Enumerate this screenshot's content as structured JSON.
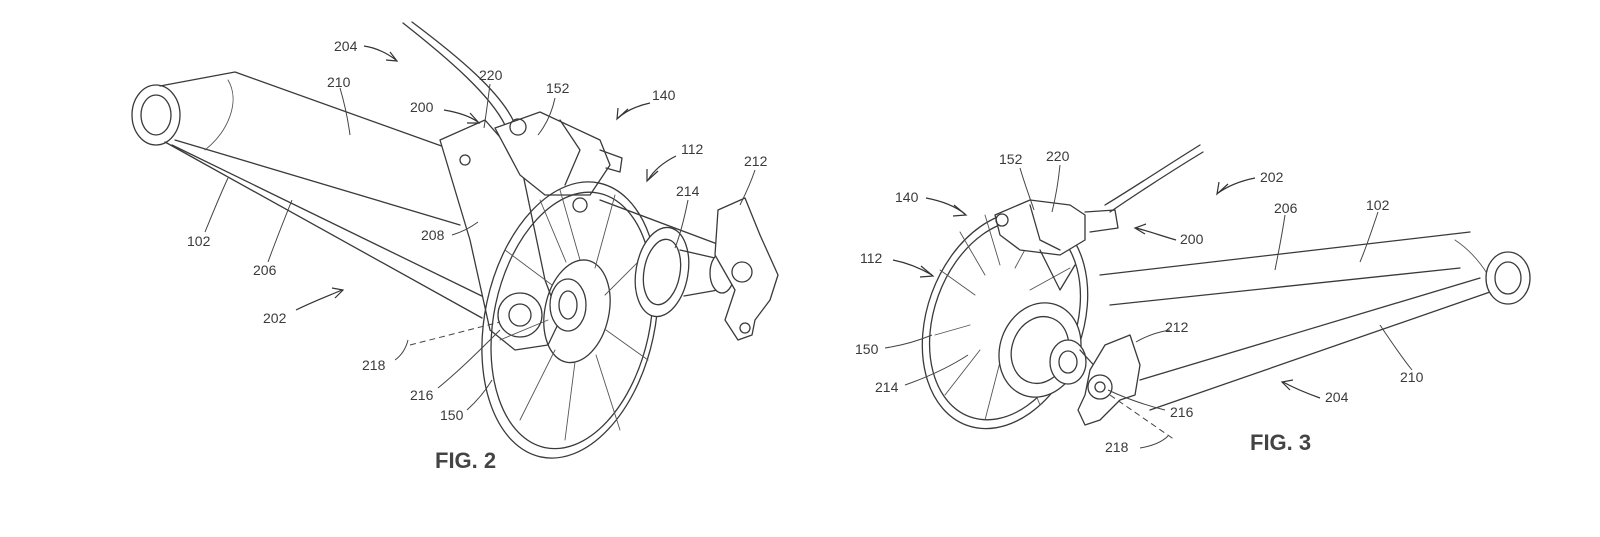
{
  "figures": [
    {
      "caption": "FIG. 2",
      "labels": [
        "204",
        "210",
        "220",
        "152",
        "140",
        "200",
        "112",
        "212",
        "214",
        "208",
        "102",
        "206",
        "202",
        "218",
        "216",
        "150"
      ]
    },
    {
      "caption": "FIG. 3",
      "labels": [
        "152",
        "220",
        "202",
        "140",
        "206",
        "102",
        "200",
        "112",
        "212",
        "150",
        "214",
        "216",
        "210",
        "204",
        "218"
      ]
    }
  ],
  "colors": {
    "line": "#3a3a3a",
    "text": "#3a3a3a",
    "background": "#ffffff"
  }
}
